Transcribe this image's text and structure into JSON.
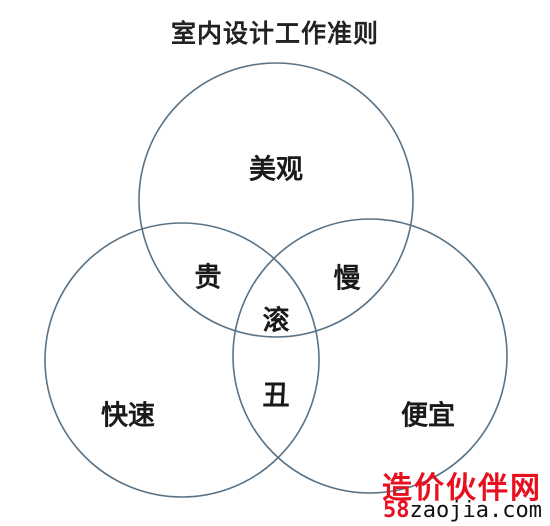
{
  "title": "室内设计工作准则",
  "colors": {
    "circle": "#5a7386",
    "text": "#1a1a1a",
    "watermark": "#e8101e"
  },
  "regions": {
    "top": "美观",
    "left": "快速",
    "right": "便宜",
    "top_left": "贵",
    "top_right": "慢",
    "center": "滚",
    "bottom": "丑"
  },
  "watermark": {
    "brand": "造价伙伴网",
    "num": "58",
    "domain": "zaojia.com"
  }
}
